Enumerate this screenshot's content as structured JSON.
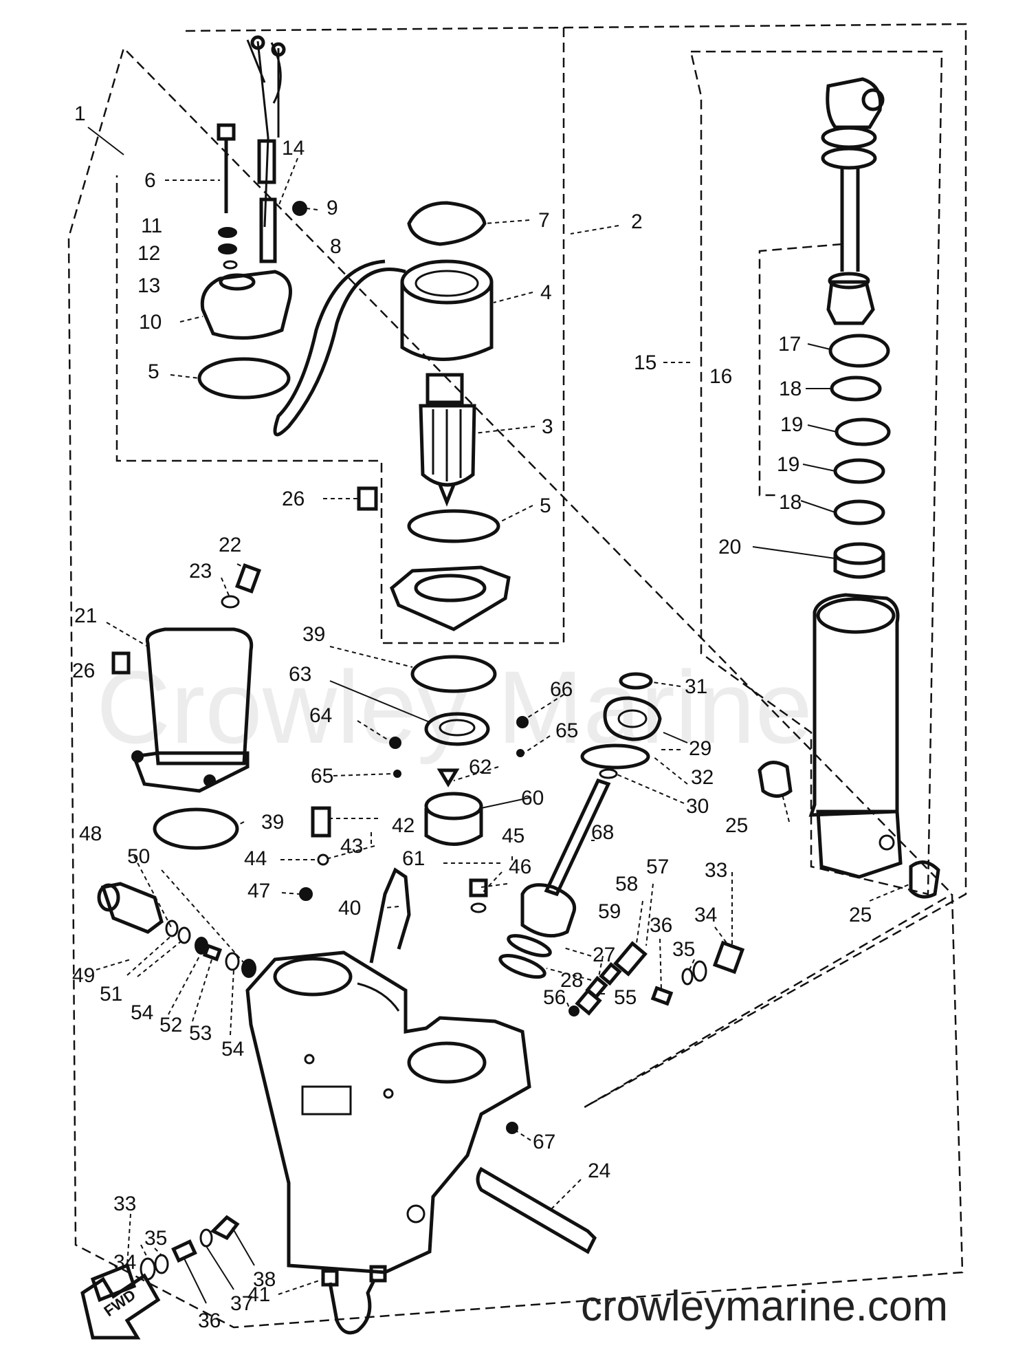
{
  "watermark": "Crowley Marine",
  "website": "crowleymarine.com",
  "fwd_label": "FWD",
  "labels": [
    {
      "id": "p1",
      "text": "1"
    },
    {
      "id": "p2",
      "text": "2"
    },
    {
      "id": "p3",
      "text": "3"
    },
    {
      "id": "p4",
      "text": "4"
    },
    {
      "id": "p5a",
      "text": "5"
    },
    {
      "id": "p5b",
      "text": "5"
    },
    {
      "id": "p6",
      "text": "6"
    },
    {
      "id": "p7",
      "text": "7"
    },
    {
      "id": "p8",
      "text": "8"
    },
    {
      "id": "p9",
      "text": "9"
    },
    {
      "id": "p10",
      "text": "10"
    },
    {
      "id": "p11",
      "text": "11"
    },
    {
      "id": "p12",
      "text": "12"
    },
    {
      "id": "p13",
      "text": "13"
    },
    {
      "id": "p14",
      "text": "14"
    },
    {
      "id": "p15",
      "text": "15"
    },
    {
      "id": "p16",
      "text": "16"
    },
    {
      "id": "p17",
      "text": "17"
    },
    {
      "id": "p18a",
      "text": "18"
    },
    {
      "id": "p18b",
      "text": "18"
    },
    {
      "id": "p19a",
      "text": "19"
    },
    {
      "id": "p19b",
      "text": "19"
    },
    {
      "id": "p20",
      "text": "20"
    },
    {
      "id": "p21",
      "text": "21"
    },
    {
      "id": "p22",
      "text": "22"
    },
    {
      "id": "p23",
      "text": "23"
    },
    {
      "id": "p24",
      "text": "24"
    },
    {
      "id": "p25a",
      "text": "25"
    },
    {
      "id": "p25b",
      "text": "25"
    },
    {
      "id": "p26a",
      "text": "26"
    },
    {
      "id": "p26b",
      "text": "26"
    },
    {
      "id": "p27",
      "text": "27"
    },
    {
      "id": "p28",
      "text": "28"
    },
    {
      "id": "p29",
      "text": "29"
    },
    {
      "id": "p30",
      "text": "30"
    },
    {
      "id": "p31",
      "text": "31"
    },
    {
      "id": "p32",
      "text": "32"
    },
    {
      "id": "p33a",
      "text": "33"
    },
    {
      "id": "p33b",
      "text": "33"
    },
    {
      "id": "p34a",
      "text": "34"
    },
    {
      "id": "p34b",
      "text": "34"
    },
    {
      "id": "p35a",
      "text": "35"
    },
    {
      "id": "p35b",
      "text": "35"
    },
    {
      "id": "p36a",
      "text": "36"
    },
    {
      "id": "p36b",
      "text": "36"
    },
    {
      "id": "p37",
      "text": "37"
    },
    {
      "id": "p38",
      "text": "38"
    },
    {
      "id": "p39a",
      "text": "39"
    },
    {
      "id": "p39b",
      "text": "39"
    },
    {
      "id": "p40",
      "text": "40"
    },
    {
      "id": "p41",
      "text": "41"
    },
    {
      "id": "p42",
      "text": "42"
    },
    {
      "id": "p43",
      "text": "43"
    },
    {
      "id": "p44",
      "text": "44"
    },
    {
      "id": "p45",
      "text": "45"
    },
    {
      "id": "p46",
      "text": "46"
    },
    {
      "id": "p47",
      "text": "47"
    },
    {
      "id": "p48",
      "text": "48"
    },
    {
      "id": "p49",
      "text": "49"
    },
    {
      "id": "p50",
      "text": "50"
    },
    {
      "id": "p51",
      "text": "51"
    },
    {
      "id": "p52",
      "text": "52"
    },
    {
      "id": "p53",
      "text": "53"
    },
    {
      "id": "p54a",
      "text": "54"
    },
    {
      "id": "p54b",
      "text": "54"
    },
    {
      "id": "p55",
      "text": "55"
    },
    {
      "id": "p56",
      "text": "56"
    },
    {
      "id": "p57",
      "text": "57"
    },
    {
      "id": "p58",
      "text": "58"
    },
    {
      "id": "p59",
      "text": "59"
    },
    {
      "id": "p60",
      "text": "60"
    },
    {
      "id": "p61",
      "text": "61"
    },
    {
      "id": "p62",
      "text": "62"
    },
    {
      "id": "p63",
      "text": "63"
    },
    {
      "id": "p64",
      "text": "64"
    },
    {
      "id": "p65a",
      "text": "65"
    },
    {
      "id": "p65b",
      "text": "65"
    },
    {
      "id": "p66",
      "text": "66"
    },
    {
      "id": "p67",
      "text": "67"
    },
    {
      "id": "p68",
      "text": "68"
    }
  ]
}
